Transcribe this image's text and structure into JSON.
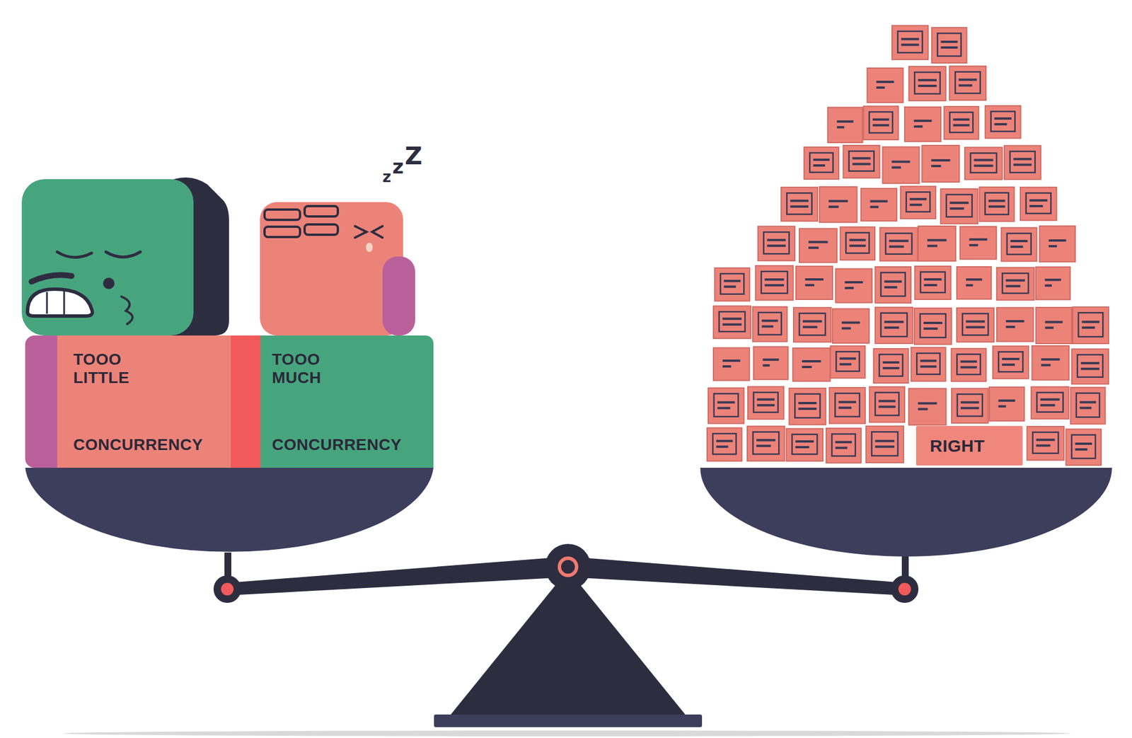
{
  "diagram": {
    "nodes": [
      {
        "text": [
          "TOOO LITTLE",
          "CONCURRENCY"
        ]
      },
      {
        "text": [
          "TOOO MUCH",
          "CONCURRENCY"
        ]
      },
      {
        "text": [
          "RIGHT"
        ]
      }
    ],
    "labels": [
      "zzZ"
    ]
  }
}
